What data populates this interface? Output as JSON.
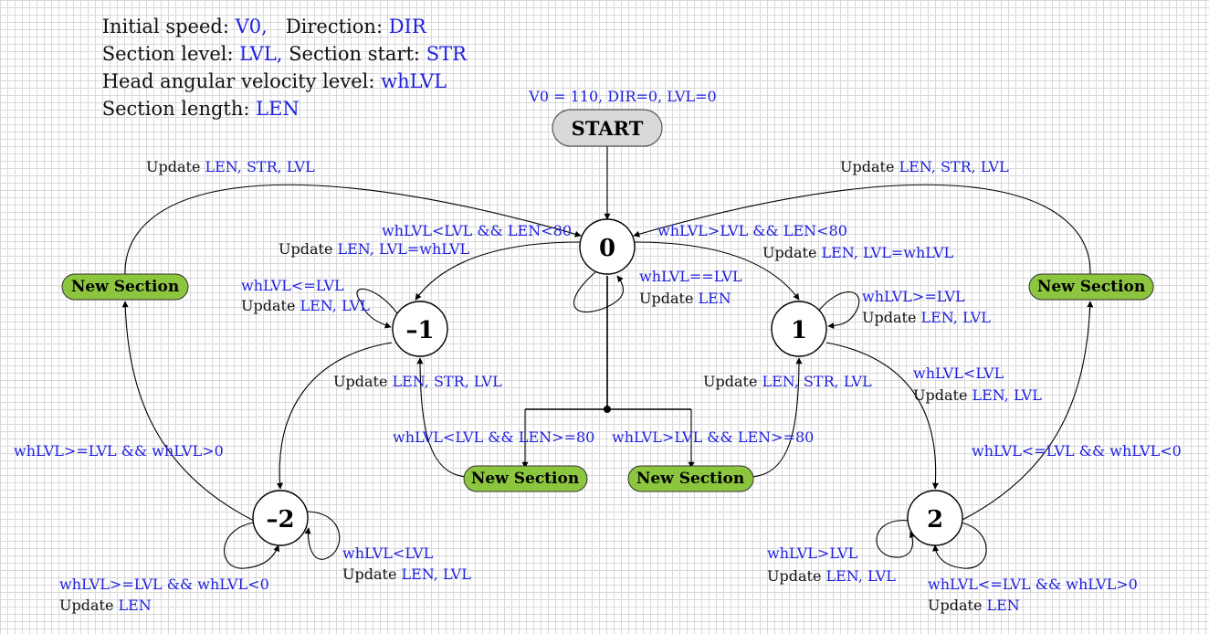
{
  "legend": [
    {
      "label": "Initial speed: ",
      "var": "V0,",
      "label2": "   Direction: ",
      "var2": "DIR"
    },
    {
      "label": "Section level: ",
      "var": "LVL,",
      "label2": " Section start: ",
      "var2": "STR"
    },
    {
      "label": "Head angular velocity level: ",
      "var": "whLVL",
      "label2": "",
      "var2": ""
    },
    {
      "label": "Section length: ",
      "var": "LEN",
      "label2": "",
      "var2": ""
    }
  ],
  "start": {
    "label": "START",
    "init": "V0 = 110, DIR=0, LVL=0"
  },
  "states": {
    "s0": "0",
    "s1": "1",
    "sm1": "–1",
    "s2": "2",
    "sm2": "–2"
  },
  "new_section": {
    "left": "New Section",
    "right": "New Section",
    "center_left": "New Section",
    "center_right": "New Section"
  },
  "update_word": "Update ",
  "labels": {
    "top_left_update": "LEN, STR, LVL",
    "top_right_update": "LEN, STR, LVL",
    "to_m1_cond": "whLVL<LVL && LEN<80",
    "to_m1_update": "LEN, LVL=whLVL",
    "to_1_cond": "whLVL>LVL && LEN<80",
    "to_1_update": "LEN, LVL=whLVL",
    "self0_cond": "whLVL==LVL",
    "self0_update": "LEN",
    "selfm1_cond": "whLVL<=LVL",
    "selfm1_update": "LEN, LVL",
    "self1_cond": "whLVL>=LVL",
    "self1_update": "LEN, LVL",
    "ns_to_m1_update": "LEN, STR, LVL",
    "ns_to_1_update": "LEN, STR, LVL",
    "branch_left_cond": "whLVL<LVL && LEN>=80",
    "branch_right_cond": "whLVL>LVL && LEN>=80",
    "to_2_cond": "whLVL<LVL",
    "to_2_update": "LEN, LVL",
    "m2_to_ns_cond": "whLVL>=LVL && whLVL>0",
    "two_to_ns_cond": "whLVL<=LVL && whLVL<0",
    "selfm2_left_cond": "whLVL>=LVL && whLVL<0",
    "selfm2_left_update": "LEN",
    "selfm2_right_cond": "whLVL<LVL",
    "selfm2_right_update": "LEN, LVL",
    "self2_left_cond": "whLVL>LVL",
    "self2_left_update": "LEN, LVL",
    "self2_right_cond": "whLVL<=LVL && whLVL>0",
    "self2_right_update": "LEN"
  },
  "colors": {
    "variable_text": "#1f1fe0",
    "new_section_fill": "#8cc63f",
    "start_fill": "#d9d9d9",
    "grid": "#d9d9d9"
  }
}
